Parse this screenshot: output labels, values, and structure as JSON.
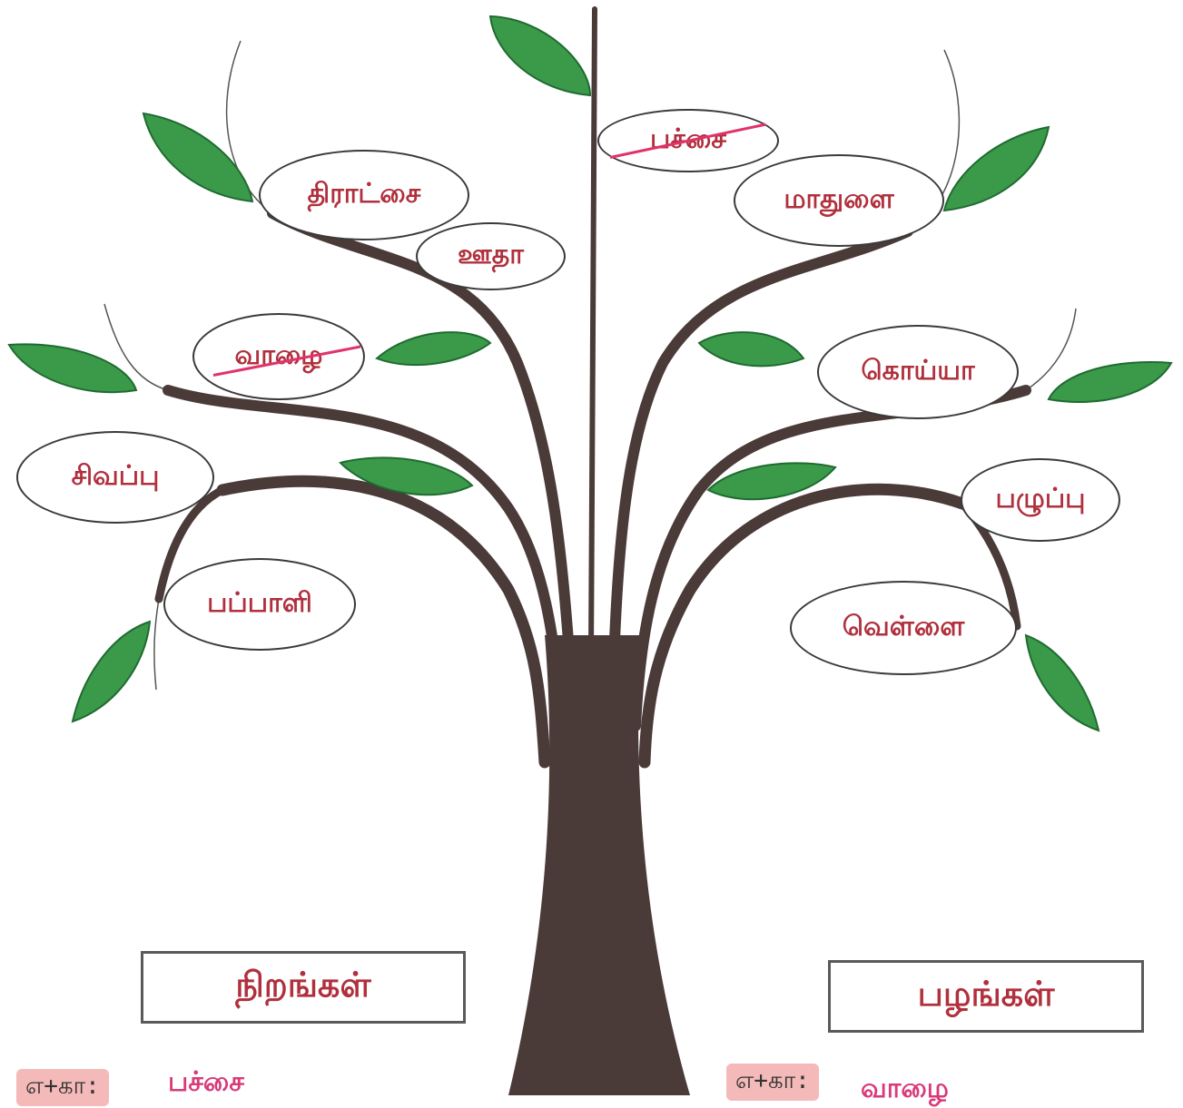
{
  "diagram": {
    "words": {
      "w_pachai": "பச்சை",
      "w_thiratchai": "திராட்சை",
      "w_maathulai": "மாதுளை",
      "w_oothaa": "ஊதா",
      "w_vaazhai": "வாழை",
      "w_koyyaa": "கொய்யா",
      "w_sivappu": "சிவப்பு",
      "w_pazhuppu": "பழுப்பு",
      "w_pappaali": "பப்பாளி",
      "w_vellai": "வெள்ளை"
    },
    "categories": {
      "colors": "நிறங்கள்",
      "fruits": "பழங்கள்"
    },
    "examples": {
      "left_tag": "எ+கா:",
      "left_answer": "பச்சை",
      "right_tag": "எ+கா:",
      "right_answer": "வாழை"
    },
    "struck_words": [
      "பச்சை",
      "வாழை"
    ],
    "colors": {
      "trunk": "#4a3a38",
      "leaf": "#3a9a4a",
      "leaf_dark": "#1f6b30",
      "word_text": "#b0303d",
      "strike": "#e0336a",
      "tag_bg": "#f4b9b9"
    }
  }
}
